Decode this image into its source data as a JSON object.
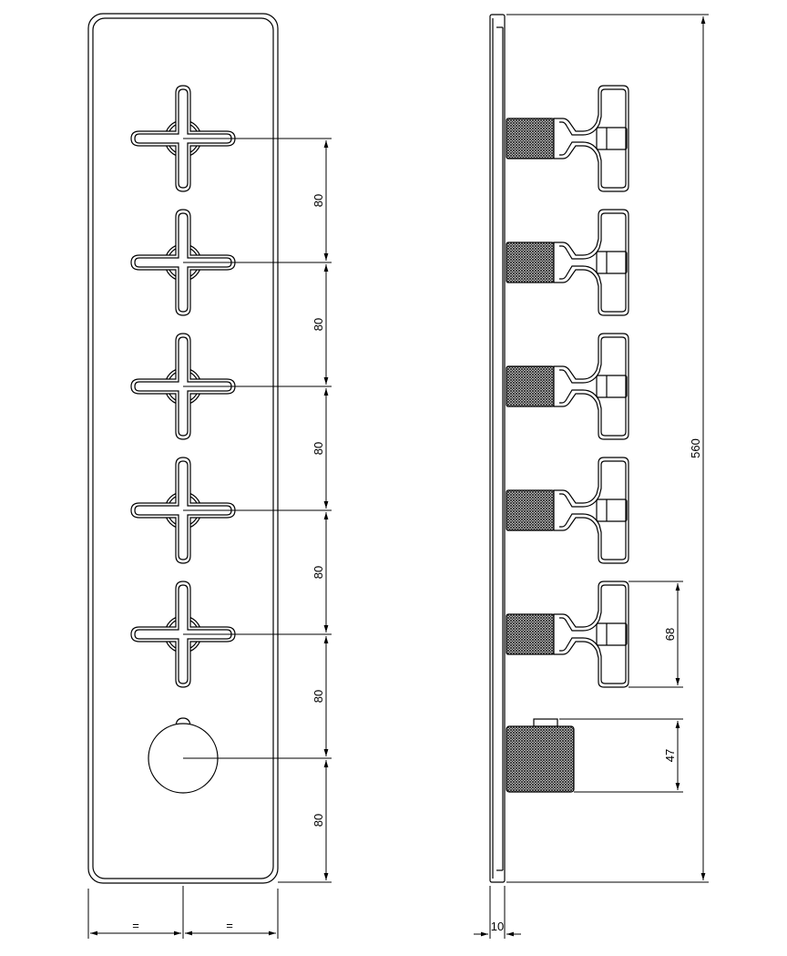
{
  "dimensions": {
    "spacing_label": "80",
    "total_height_label": "560",
    "handle_depth_label": "68",
    "knob_depth_label": "47",
    "plate_thickness_label": "10",
    "equal_label": "="
  },
  "front_view": {
    "cross_handle_count": 5,
    "round_knob_count": 1
  },
  "side_view": {
    "t_handle_count": 5,
    "knurled_knob_count": 1
  },
  "colors": {
    "line": "#000000",
    "background": "#ffffff",
    "knurl": "#2a2a2a"
  }
}
